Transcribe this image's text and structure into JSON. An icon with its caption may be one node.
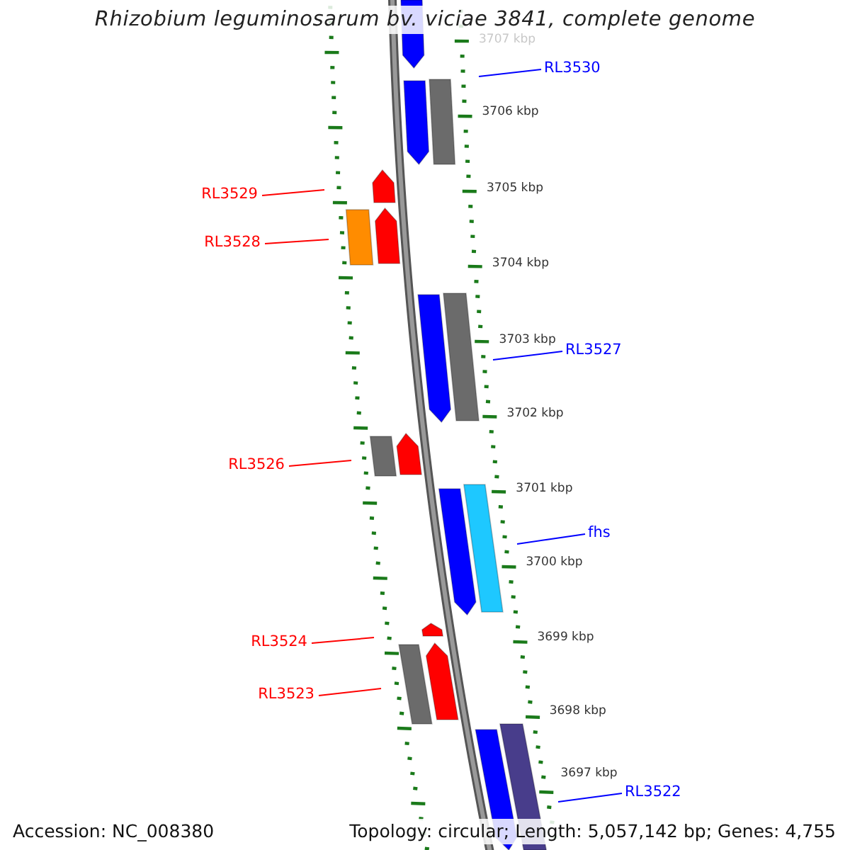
{
  "diagram": {
    "title": "Rhizobium leguminosarum bv. viciae 3841, complete genome",
    "nodes": [
      {
        "text": [
          "RL3530"
        ]
      },
      {
        "text": [
          "RL3529"
        ]
      },
      {
        "text": [
          "RL3528"
        ]
      },
      {
        "text": [
          "RL3527"
        ]
      },
      {
        "text": [
          "RL3526"
        ]
      },
      {
        "text": [
          "fhs"
        ]
      },
      {
        "text": [
          "RL3524"
        ]
      },
      {
        "text": [
          "RL3523"
        ]
      },
      {
        "text": [
          "RL3522"
        ]
      }
    ],
    "edges": [
      {
        "from": 0,
        "to": null,
        "arrow": "none",
        "color": "#0000ff"
      },
      {
        "from": 1,
        "to": null,
        "arrow": "none"
      },
      {
        "from": 2,
        "to": null,
        "arrow": "none"
      },
      {
        "from": 3,
        "to": null,
        "arrow": "none",
        "color": "#0000ff"
      },
      {
        "from": 4,
        "to": null,
        "arrow": "none"
      },
      {
        "from": 5,
        "to": null,
        "arrow": "none",
        "color": "#0000ff"
      },
      {
        "from": 6,
        "to": null,
        "arrow": "none"
      },
      {
        "from": 7,
        "to": null,
        "arrow": "none"
      },
      {
        "from": 8,
        "to": null,
        "arrow": "none",
        "color": "#0000ff"
      }
    ],
    "labels": [
      "3707 kbp",
      "3706 kbp",
      "3705 kbp",
      "3704 kbp",
      "3703 kbp",
      "3702 kbp",
      "3701 kbp",
      "3700 kbp",
      "3699 kbp",
      "3698 kbp",
      "3697 kbp",
      "Accession: NC_008380",
      "Topology: circular; Length: 5,057,142 bp; Genes: 4,755"
    ]
  }
}
